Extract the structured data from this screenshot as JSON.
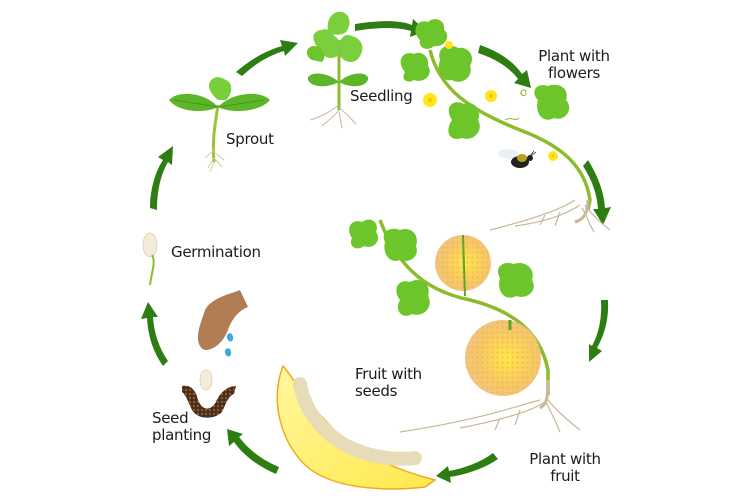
{
  "diagram": {
    "type": "life-cycle",
    "subject": "melon plant",
    "colors": {
      "arrow": "#2e7d12",
      "leaf": "#6cc52a",
      "leaf_dark": "#4aa61c",
      "stem": "#8dbb2e",
      "root": "#c9b79a",
      "flower": "#ffe51a",
      "melon": "#f4c46a",
      "melon_flesh": "#fff176",
      "soil": "#5b3a22",
      "hand": "#b07d54",
      "water": "#3aa7e6"
    },
    "stages": [
      {
        "id": "sprout",
        "label": "Sprout"
      },
      {
        "id": "seedling",
        "label": "Seedling"
      },
      {
        "id": "flowers",
        "label_line1": "Plant with",
        "label_line2": "flowers"
      },
      {
        "id": "fruit_plant",
        "label_line1": "Plant with",
        "label_line2": "fruit"
      },
      {
        "id": "fruit_seeds",
        "label_line1": "Fruit with",
        "label_line2": "seeds"
      },
      {
        "id": "seed_planting",
        "label_line1": "Seed",
        "label_line2": "planting"
      },
      {
        "id": "germination",
        "label": "Germination"
      }
    ],
    "arrows": [
      {
        "from": "sprout",
        "to": "seedling"
      },
      {
        "from": "seedling",
        "to": "flowers"
      },
      {
        "from": "flowers",
        "to": "fruit_plant"
      },
      {
        "from": "fruit_plant",
        "to": "fruit_plant"
      },
      {
        "from": "fruit_plant",
        "to": "fruit_seeds"
      },
      {
        "from": "fruit_seeds",
        "to": "seed_planting"
      },
      {
        "from": "seed_planting",
        "to": "germination"
      },
      {
        "from": "germination",
        "to": "sprout"
      }
    ]
  }
}
